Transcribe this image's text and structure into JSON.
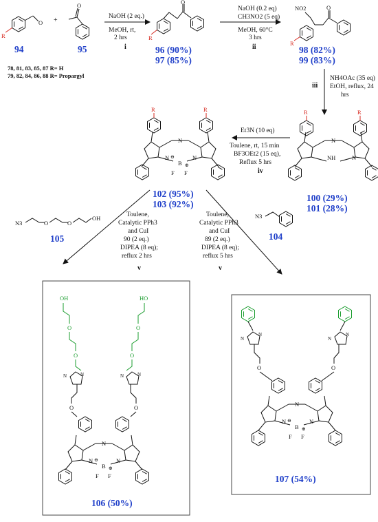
{
  "compounds": {
    "c94": "94",
    "c95": "95",
    "c96": "96 (90%)",
    "c97": "97 (85%)",
    "c98": "98 (82%)",
    "c99": "99 (83%)",
    "c100": "100 (29%)",
    "c101": "101 (28%)",
    "c102": "102 (95%)",
    "c103": "103 (92%)",
    "c104": "104",
    "c105": "105",
    "c106": "106 (50%)",
    "c107": "107 (54%)"
  },
  "series": {
    "line1": "78, 81, 83, 85, 87  R= H",
    "line2": "79, 82, 84, 86, 88  R= Propargyl"
  },
  "steps": {
    "i": {
      "num": "i",
      "lines": [
        "NaOH (2 eq.)",
        "MeOH, rt,",
        "2 hrs"
      ]
    },
    "ii": {
      "num": "ii",
      "lines": [
        "NaOH (0.2 eq)",
        "CH3NO2 (5 eq)",
        "MeOH, 60°C",
        "3 hrs"
      ]
    },
    "iii": {
      "num": "iii",
      "lines": [
        "NH4OAc (35 eq)",
        "EtOH, reflux, 24",
        "hrs"
      ]
    },
    "iv": {
      "num": "iv",
      "lines": [
        "Et3N (10 eq)",
        "Toulene, rt, 15 min",
        "BF3OEt2 (15 eq),",
        "Reflux 5 hrs"
      ]
    },
    "v_left": {
      "num": "v",
      "lines": [
        "Toulene,",
        "Catalytic PPh3",
        "and CuI",
        "90 (2 eq.)",
        "DIPEA (8 eq);",
        "reflux 2 hrs"
      ]
    },
    "v_right": {
      "num": "v",
      "lines": [
        "Toulene,",
        "Catalytic PPh3",
        "and CuI",
        "89 (2 eq.)",
        "DIPEA (8 eq);",
        "reflux 5 hrs"
      ]
    }
  },
  "atoms": {
    "R": "R",
    "O": "O",
    "plus": "+",
    "NO2": "NO2",
    "N": "N",
    "NH": "NH",
    "B": "B",
    "F": "F",
    "N3": "N3",
    "OH": "OH",
    "HO": "HO",
    "minus": "⊖",
    "plusc": "⊕"
  },
  "colors": {
    "label_blue": "#1f3fc9",
    "r_group": "#d6241b",
    "peg_green": "#1a9c2e"
  }
}
